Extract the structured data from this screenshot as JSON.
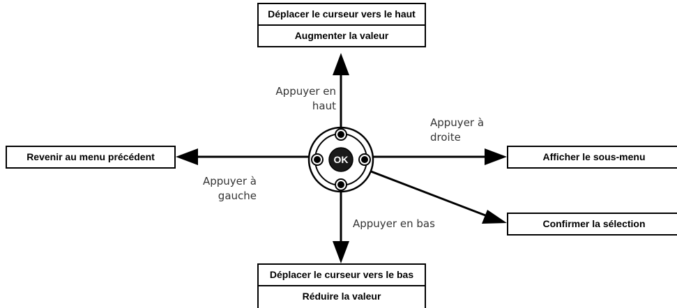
{
  "boxes": {
    "up": {
      "line1": "Déplacer le curseur vers le haut",
      "line2": "Augmenter la valeur"
    },
    "down": {
      "line1": "Déplacer le curseur vers le bas",
      "line2": "Réduire la valeur"
    },
    "left": {
      "text": "Revenir au menu précédent"
    },
    "right": {
      "text": "Afficher le sous-menu"
    },
    "ok": {
      "text": "Confirmer la sélection"
    }
  },
  "labels": {
    "up_line1": "Appuyer en",
    "up_line2": "haut",
    "right_line1": "Appuyer à",
    "right_line2": "droite",
    "left_line1": "Appuyer à",
    "left_line2": "gauche",
    "down": "Appuyer en bas"
  },
  "button": {
    "center": "OK"
  },
  "colors": {
    "stroke": "#000000",
    "dial_fill": "#ffffff",
    "ok_fill": "#1a1a1a",
    "label_text": "#333333"
  }
}
